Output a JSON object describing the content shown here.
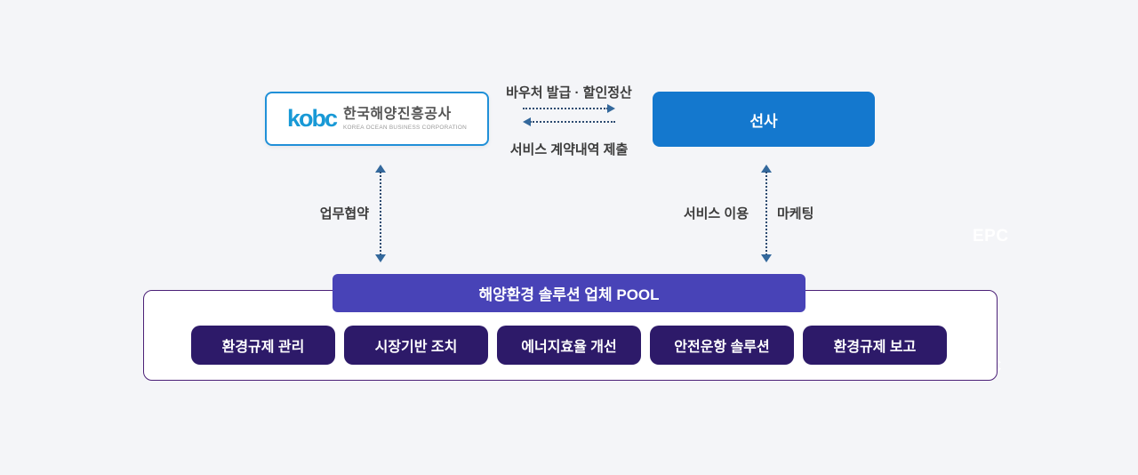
{
  "colors": {
    "bg": "#f4f5f8",
    "box-blue": "#1478ce",
    "kobc-border": "#2090d8",
    "logo-blue": "#1899d6",
    "pool-purple": "#4843b7",
    "btn-dark": "#2d1a69",
    "outline-purple": "#4b2077",
    "arrow-line": "#2b4a70",
    "arrow-head": "#33689c",
    "text-dark": "#3c3c3c",
    "text-gray": "#9a9a9a"
  },
  "kobc": {
    "logo_text": "kobc",
    "name_ko": "한국해양진흥공사",
    "name_en": "KOREA OCEAN BUSINESS CORPORATION"
  },
  "shipper": {
    "label": "선사"
  },
  "exchange": {
    "top_label": "바우처 발급 · 할인정산",
    "bottom_label": "서비스 계약내역 제출"
  },
  "left_link": {
    "label": "업무협약"
  },
  "right_link": {
    "label_left": "서비스 이용",
    "label_right": "마케팅"
  },
  "pool": {
    "header": "해양환경 솔루션 업체 POOL",
    "items": [
      {
        "label": "환경규제 관리"
      },
      {
        "label": "시장기반 조치"
      },
      {
        "label": "에너지효율 개선"
      },
      {
        "label": "안전운항 솔루션"
      },
      {
        "label": "환경규제 보고"
      }
    ]
  },
  "watermark": {
    "text": "EPC",
    "partial_text": "C"
  }
}
